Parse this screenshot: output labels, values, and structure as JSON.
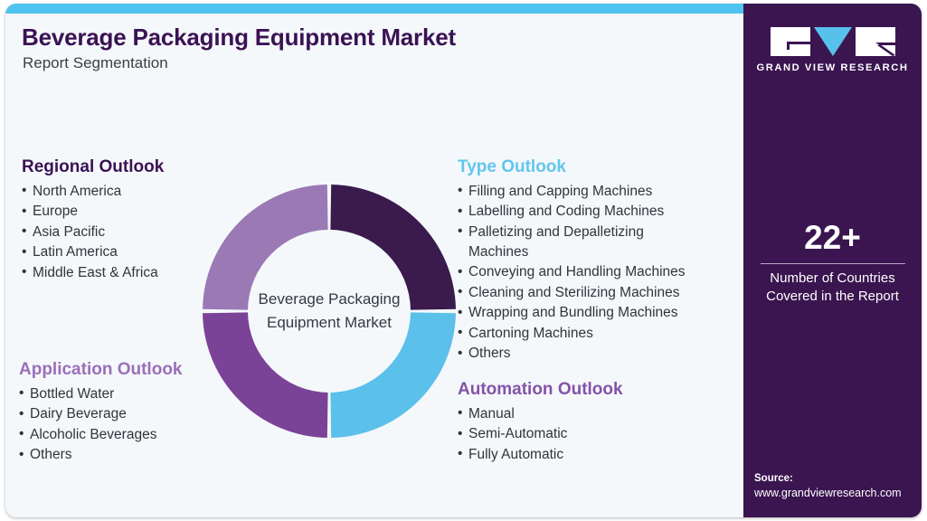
{
  "header": {
    "title": "Beverage Packaging Equipment Market",
    "subtitle": "Report Segmentation"
  },
  "colors": {
    "top_bar": "#4fc3ee",
    "card_bg": "#f4f8fb",
    "panel_bg": "#3a1550",
    "segment_dark_purple": "#3b1a4d",
    "segment_light_blue": "#5bc0ea",
    "segment_medium_purple": "#7b4397",
    "segment_light_purple": "#9b79b5",
    "heading_regional": "#3b1253",
    "heading_type": "#62c6ec",
    "heading_application": "#9b6fb8",
    "heading_automation": "#8453a8"
  },
  "regional_outlook": {
    "title": "Regional Outlook",
    "items": [
      "North America",
      "Europe",
      "Asia Pacific",
      "Latin America",
      "Middle East & Africa"
    ]
  },
  "type_outlook": {
    "title": "Type Outlook",
    "items": [
      "Filling and Capping Machines",
      "Labelling and Coding Machines",
      "Palletizing and Depalletizing\nMachines",
      "Conveying and Handling Machines",
      "Cleaning and Sterilizing Machines",
      "Wrapping and Bundling Machines",
      "Cartoning Machines",
      "Others"
    ]
  },
  "application_outlook": {
    "title": "Application Outlook",
    "items": [
      "Bottled Water",
      "Dairy Beverage",
      "Alcoholic Beverages",
      "Others"
    ]
  },
  "automation_outlook": {
    "title": "Automation Outlook",
    "items": [
      "Manual",
      "Semi-Automatic",
      "Fully Automatic"
    ]
  },
  "donut": {
    "center_label": "Beverage\nPackaging\nEquipment\nMarket"
  },
  "chart_data": {
    "type": "pie",
    "title": "Beverage Packaging Equipment Market",
    "categories": [
      "Regional Outlook",
      "Type Outlook",
      "Automation Outlook",
      "Application Outlook"
    ],
    "values": [
      25,
      25,
      25,
      25
    ],
    "colors": [
      "#3b1a4d",
      "#5bc0ea",
      "#7b4397",
      "#9b79b5"
    ],
    "donut": true,
    "legend": "none",
    "xlabel": "",
    "ylabel": ""
  },
  "brand": {
    "logo_text": "GRAND VIEW RESEARCH"
  },
  "stat": {
    "value": "22+",
    "label": "Number of Countries\nCovered in the Report"
  },
  "source": {
    "title": "Source:",
    "url": "www.grandviewresearch.com"
  }
}
